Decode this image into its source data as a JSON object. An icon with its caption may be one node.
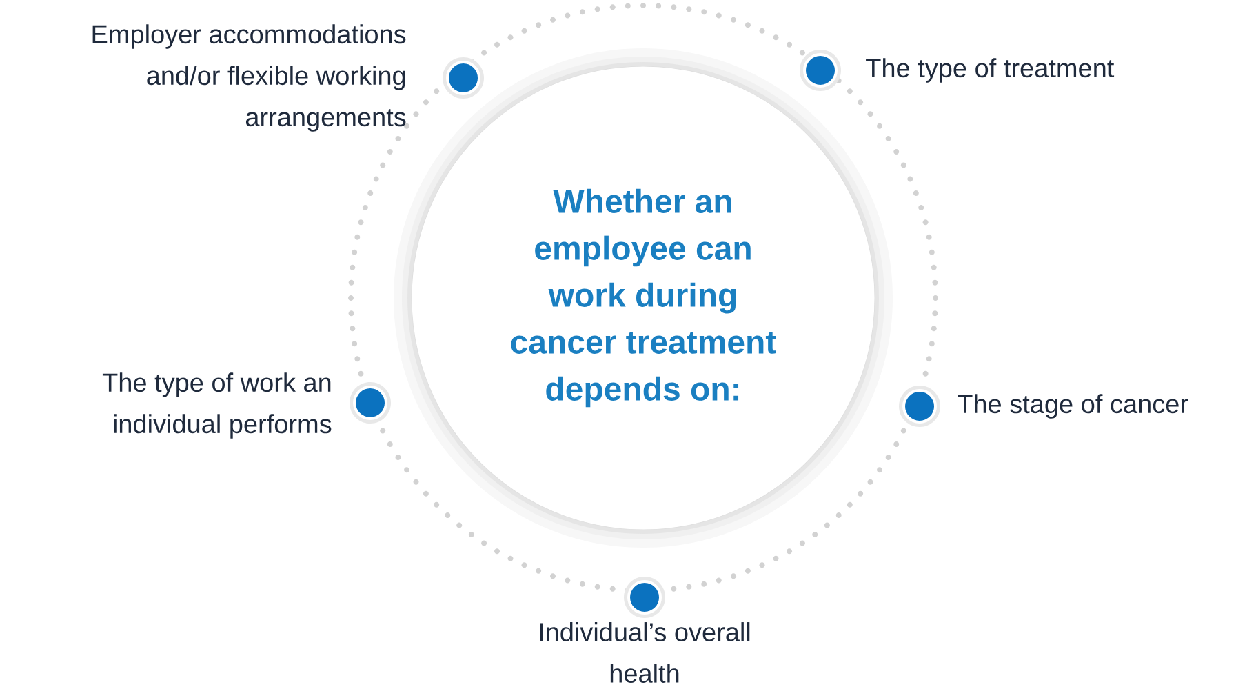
{
  "diagram": {
    "nodes": [
      {
        "text": [
          "Whether an employee can work during cancer treatment depends on:"
        ]
      },
      {
        "text": [],
        "shape": "circle",
        "beside": [
          "Employer accommodations and/or flexible working arrangements"
        ]
      },
      {
        "text": [],
        "shape": "circle",
        "beside": [
          "The type of treatment"
        ]
      },
      {
        "text": [],
        "shape": "circle",
        "beside": [
          "The type of work an individual performs"
        ]
      },
      {
        "text": [],
        "shape": "circle",
        "beside": [
          "The stage of cancer"
        ]
      },
      {
        "text": [],
        "shape": "circle",
        "beside": [
          "Individual’s overall health"
        ]
      }
    ]
  }
}
